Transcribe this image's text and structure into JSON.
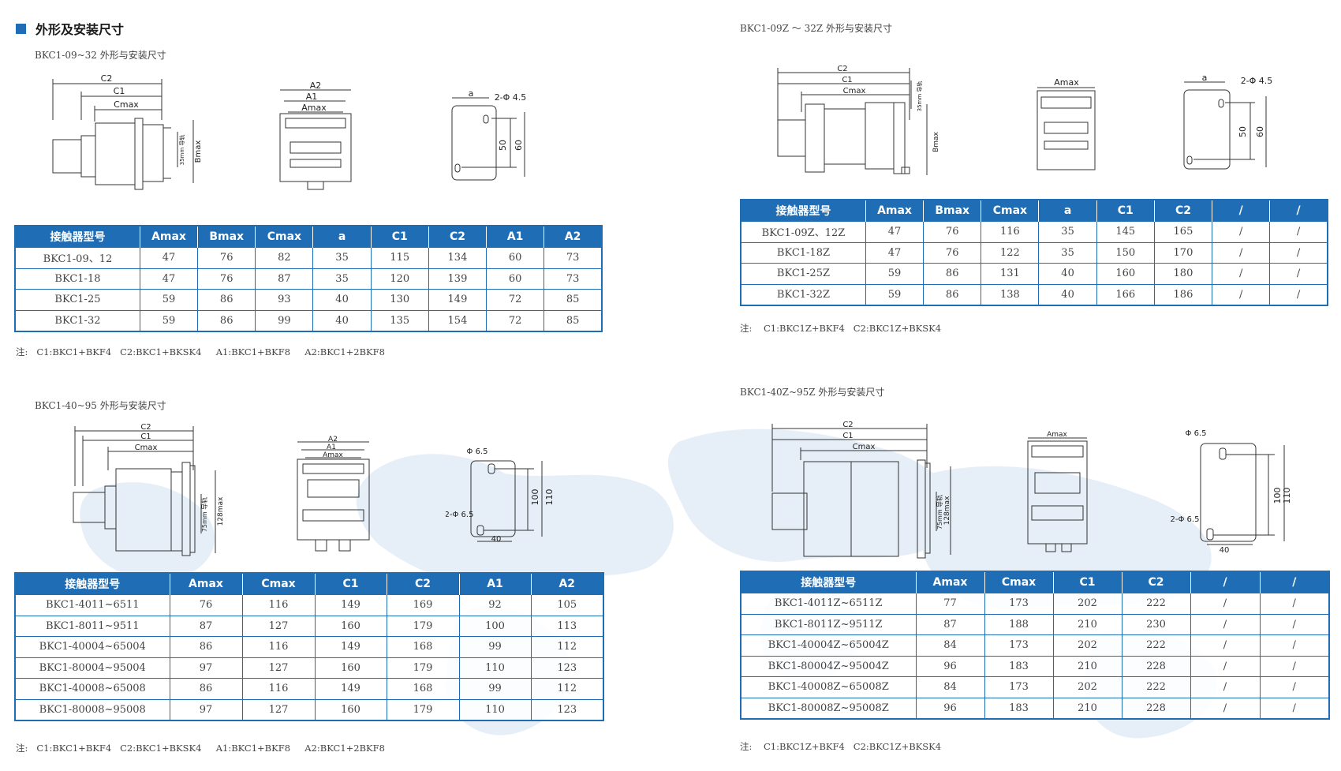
{
  "heading": "外形及安装尺寸",
  "colors": {
    "accent": "#1f6db5",
    "map": "#e3eef8"
  },
  "s1": {
    "subtitle": "BKC1-09~32 外形与安装尺寸",
    "dims": {
      "c2": "C2",
      "c1": "C1",
      "cmax": "Cmax",
      "rail": "35mm 导轨",
      "bmax": "Bmax",
      "a2": "A2",
      "a1": "A1",
      "amax": "Amax",
      "a": "a",
      "hole": "2-Φ 4.5",
      "d50": "50",
      "d60": "60"
    },
    "headers": [
      "接触器型号",
      "Amax",
      "Bmax",
      "Cmax",
      "a",
      "C1",
      "C2",
      "A1",
      "A2"
    ],
    "rows": [
      [
        "BKC1-09、12",
        "47",
        "76",
        "82",
        "35",
        "115",
        "134",
        "60",
        "73"
      ],
      [
        "BKC1-18",
        "47",
        "76",
        "87",
        "35",
        "120",
        "139",
        "60",
        "73"
      ],
      [
        "BKC1-25",
        "59",
        "86",
        "93",
        "40",
        "130",
        "149",
        "72",
        "85"
      ],
      [
        "BKC1-32",
        "59",
        "86",
        "99",
        "40",
        "135",
        "154",
        "72",
        "85"
      ]
    ],
    "note": "注:   C1:BKC1+BKF4   C2:BKC1+BKSK4     A1:BKC1+BKF8     A2:BKC1+2BKF8"
  },
  "s2": {
    "subtitle": "BKC1-09Z ～ 32Z 外形与安装尺寸",
    "dims": {
      "c2": "C2",
      "c1": "C1",
      "cmax": "Cmax",
      "rail": "35mm 导轨",
      "bmax": "Bmax",
      "amax": "Amax",
      "a": "a",
      "hole": "2-Φ 4.5",
      "d50": "50",
      "d60": "60"
    },
    "headers": [
      "接触器型号",
      "Amax",
      "Bmax",
      "Cmax",
      "a",
      "C1",
      "C2",
      "/",
      "/"
    ],
    "rows": [
      [
        "BKC1-09Z、12Z",
        "47",
        "76",
        "116",
        "35",
        "145",
        "165",
        "/",
        "/"
      ],
      [
        "BKC1-18Z",
        "47",
        "76",
        "122",
        "35",
        "150",
        "170",
        "/",
        "/"
      ],
      [
        "BKC1-25Z",
        "59",
        "86",
        "131",
        "40",
        "160",
        "180",
        "/",
        "/"
      ],
      [
        "BKC1-32Z",
        "59",
        "86",
        "138",
        "40",
        "166",
        "186",
        "/",
        "/"
      ]
    ],
    "note": "注:    C1:BKC1Z+BKF4   C2:BKC1Z+BKSK4"
  },
  "s3": {
    "subtitle": "BKC1-40~95 外形与安装尺寸",
    "dims": {
      "c2": "C2",
      "c1": "C1",
      "cmax": "Cmax",
      "rail": "75mm 导轨",
      "max128": "128max",
      "a2": "A2",
      "a1": "A1",
      "amax": "Amax",
      "hole1": "Φ 6.5",
      "hole2": "2-Φ 6.5",
      "d100": "100",
      "d110": "110",
      "d40": "40"
    },
    "headers": [
      "接触器型号",
      "Amax",
      "Cmax",
      "C1",
      "C2",
      "A1",
      "A2"
    ],
    "rows": [
      [
        "BKC1-4011~6511",
        "76",
        "116",
        "149",
        "169",
        "92",
        "105"
      ],
      [
        "BKC1-8011~9511",
        "87",
        "127",
        "160",
        "179",
        "100",
        "113"
      ],
      [
        "BKC1-40004~65004",
        "86",
        "116",
        "149",
        "168",
        "99",
        "112"
      ],
      [
        "BKC1-80004~95004",
        "97",
        "127",
        "160",
        "179",
        "110",
        "123"
      ],
      [
        "BKC1-40008~65008",
        "86",
        "116",
        "149",
        "168",
        "99",
        "112"
      ],
      [
        "BKC1-80008~95008",
        "97",
        "127",
        "160",
        "179",
        "110",
        "123"
      ]
    ],
    "note": "注:   C1:BKC1+BKF4   C2:BKC1+BKSK4     A1:BKC1+BKF8     A2:BKC1+2BKF8"
  },
  "s4": {
    "subtitle": "BKC1-40Z~95Z 外形与安装尺寸",
    "dims": {
      "c2": "C2",
      "c1": "C1",
      "cmax": "Cmax",
      "rail": "75mm 导轨",
      "max128": "128max",
      "amax": "Amax",
      "hole1": "Φ 6.5",
      "hole2": "2-Φ 6.5",
      "d100": "100",
      "d110": "110",
      "d40": "40"
    },
    "headers": [
      "接触器型号",
      "Amax",
      "Cmax",
      "C1",
      "C2",
      "/",
      "/"
    ],
    "rows": [
      [
        "BKC1-4011Z~6511Z",
        "77",
        "173",
        "202",
        "222",
        "/",
        "/"
      ],
      [
        "BKC1-8011Z~9511Z",
        "87",
        "188",
        "210",
        "230",
        "/",
        "/"
      ],
      [
        "BKC1-40004Z~65004Z",
        "84",
        "173",
        "202",
        "222",
        "/",
        "/"
      ],
      [
        "BKC1-80004Z~95004Z",
        "96",
        "183",
        "210",
        "228",
        "/",
        "/"
      ],
      [
        "BKC1-40008Z~65008Z",
        "84",
        "173",
        "202",
        "222",
        "/",
        "/"
      ],
      [
        "BKC1-80008Z~95008Z",
        "96",
        "183",
        "210",
        "228",
        "/",
        "/"
      ]
    ],
    "note": "注:    C1:BKC1Z+BKF4   C2:BKC1Z+BKSK4"
  }
}
